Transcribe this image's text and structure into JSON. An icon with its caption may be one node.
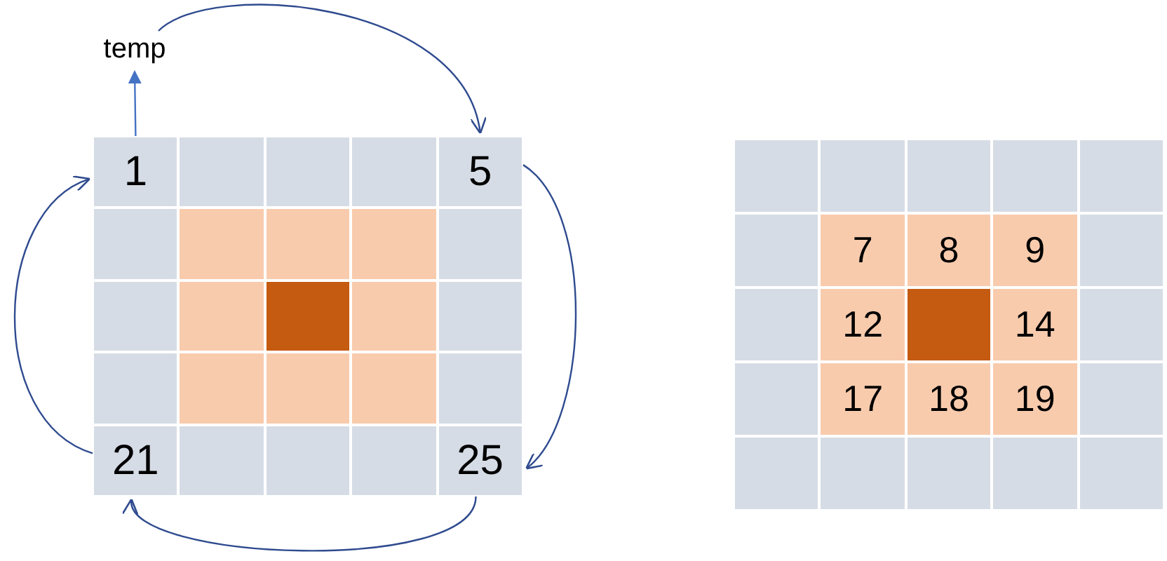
{
  "diagram": {
    "nodes": [
      {
        "text": [
          "temp"
        ]
      },
      {
        "text": [
          "1"
        ]
      },
      {
        "text": [],
        "shape": "box"
      },
      {
        "text": [],
        "shape": "box"
      },
      {
        "text": [],
        "shape": "box"
      },
      {
        "text": [
          "5"
        ]
      },
      {
        "text": [],
        "shape": "box"
      },
      {
        "text": [],
        "shape": "box"
      },
      {
        "text": [],
        "shape": "box"
      },
      {
        "text": [],
        "shape": "box"
      },
      {
        "text": [],
        "shape": "box"
      },
      {
        "text": [],
        "shape": "box"
      },
      {
        "text": [],
        "shape": "box"
      },
      {
        "text": [],
        "shape": "box"
      },
      {
        "text": [],
        "shape": "box"
      },
      {
        "text": [],
        "shape": "box"
      },
      {
        "text": [],
        "shape": "box"
      },
      {
        "text": [],
        "shape": "box"
      },
      {
        "text": [],
        "shape": "box"
      },
      {
        "text": [],
        "shape": "box"
      },
      {
        "text": [],
        "shape": "box"
      },
      {
        "text": [
          "21"
        ]
      },
      {
        "text": [],
        "shape": "box"
      },
      {
        "text": [],
        "shape": "box"
      },
      {
        "text": [],
        "shape": "box"
      },
      {
        "text": [
          "25"
        ]
      },
      {
        "text": [],
        "shape": "box"
      },
      {
        "text": [],
        "shape": "box"
      },
      {
        "text": [],
        "shape": "box"
      },
      {
        "text": [],
        "shape": "box"
      },
      {
        "text": [],
        "shape": "box"
      },
      {
        "text": [],
        "shape": "box"
      },
      {
        "text": [
          "7"
        ]
      },
      {
        "text": [
          "8"
        ]
      },
      {
        "text": [
          "9"
        ]
      },
      {
        "text": [],
        "shape": "box"
      },
      {
        "text": [],
        "shape": "box"
      },
      {
        "text": [
          "12"
        ]
      },
      {
        "text": [],
        "shape": "box"
      },
      {
        "text": [
          "14"
        ]
      },
      {
        "text": [],
        "shape": "box"
      },
      {
        "text": [],
        "shape": "box"
      },
      {
        "text": [
          "17"
        ]
      },
      {
        "text": [
          "18"
        ]
      },
      {
        "text": [
          "19"
        ]
      },
      {
        "text": [],
        "shape": "box"
      },
      {
        "text": [],
        "shape": "box"
      },
      {
        "text": [],
        "shape": "box"
      },
      {
        "text": [],
        "shape": "box"
      },
      {
        "text": [],
        "shape": "box"
      },
      {
        "text": [],
        "shape": "box"
      }
    ],
    "edges": [
      {
        "from": 1,
        "to": 0,
        "arrow": "to"
      },
      {
        "from": 0,
        "to": 5,
        "arrow": "to"
      },
      {
        "from": 5,
        "to": 25,
        "arrow": "to"
      },
      {
        "from": 25,
        "to": 21,
        "arrow": "to"
      },
      {
        "from": 21,
        "to": 1,
        "arrow": "to"
      }
    ]
  }
}
